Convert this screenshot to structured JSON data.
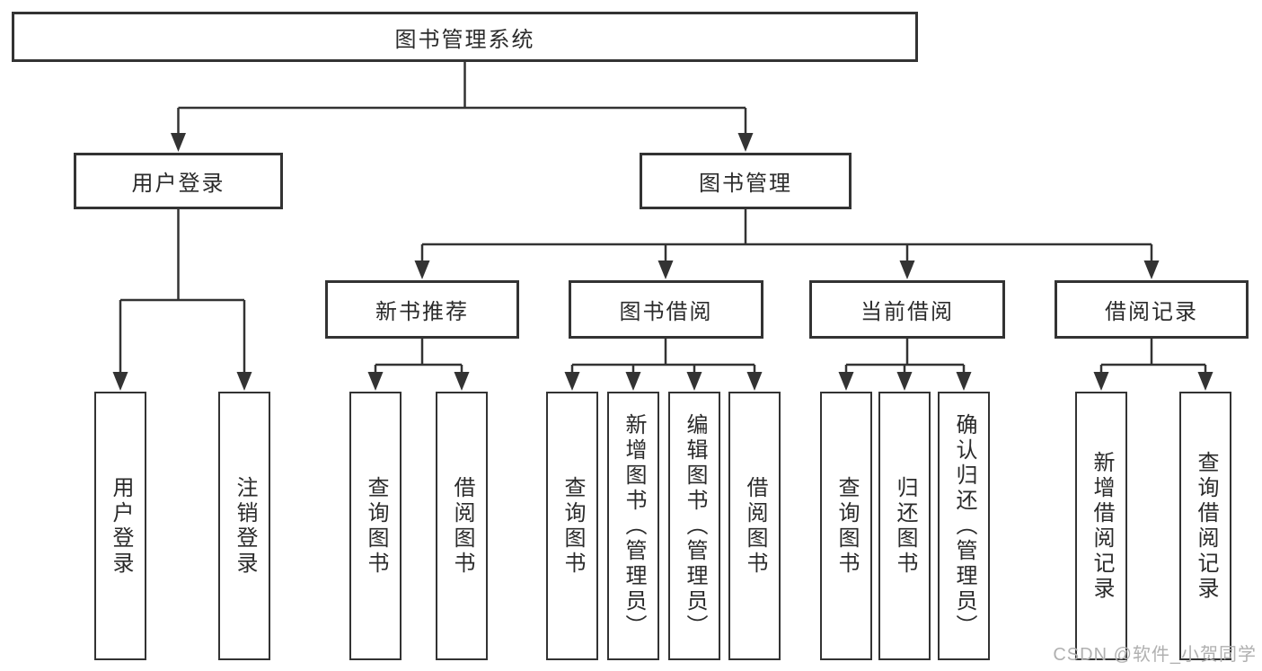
{
  "diagram": {
    "root": {
      "label": "图书管理系统"
    },
    "branches": [
      {
        "label": "用户登录",
        "leaves": [
          {
            "label": "用户登录"
          },
          {
            "label": "注销登录"
          }
        ]
      },
      {
        "label": "图书管理",
        "groups": [
          {
            "label": "新书推荐",
            "leaves": [
              {
                "label": "查询图书"
              },
              {
                "label": "借阅图书"
              }
            ]
          },
          {
            "label": "图书借阅",
            "leaves": [
              {
                "label": "查询图书"
              },
              {
                "label": "新增图书（管理员）"
              },
              {
                "label": "编辑图书（管理员）"
              },
              {
                "label": "借阅图书"
              }
            ]
          },
          {
            "label": "当前借阅",
            "leaves": [
              {
                "label": "查询图书"
              },
              {
                "label": "归还图书"
              },
              {
                "label": "确认归还（管理员）"
              }
            ]
          },
          {
            "label": "借阅记录",
            "leaves": [
              {
                "label": "新增借阅记录"
              },
              {
                "label": "查询借阅记录"
              }
            ]
          }
        ]
      }
    ]
  },
  "watermark": {
    "text": "CSDN @软件_小贺同学"
  },
  "colors": {
    "line": "#333333",
    "box_border": "#333333",
    "text": "#2b2b2b",
    "watermark": "#b0b0b0",
    "background": "#ffffff"
  }
}
